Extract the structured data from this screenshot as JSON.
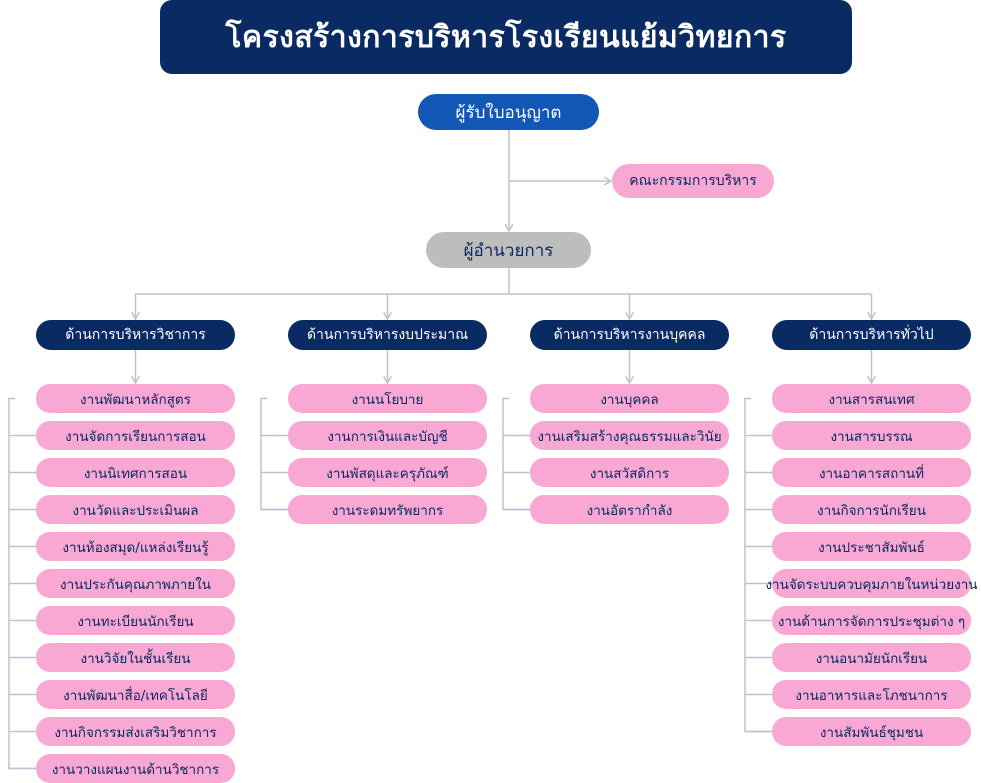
{
  "title": "โครงสร้างการบริหารโรงเรียนแย้มวิทยการ",
  "licensee": "ผู้รับใบอนุญาต",
  "committee": "คณะกรรมการบริหาร",
  "director": "ผู้อำนวยการ",
  "colors": {
    "title_bg": "#0a2a63",
    "licensee_bg": "#1257b6",
    "director_bg": "#bdbdbd",
    "department_bg": "#0a2a63",
    "item_bg": "#f9a8d4",
    "connector": "#b8c4d4"
  },
  "departments": [
    {
      "label": "ด้านการบริหารวิชาการ",
      "items": [
        "งานพัฒนาหลักสูตร",
        "งานจัดการเรียนการสอน",
        "งานนิเทศการสอน",
        "งานวัดและประเมินผล",
        "งานห้องสมุด/แหล่งเรียนรู้",
        "งานประกันคุณภาพภายใน",
        "งานทะเบียนนักเรียน",
        "งานวิจัยในชั้นเรียน",
        "งานพัฒนาสื่อ/เทคโนโลยี",
        "งานกิจกรรมส่งเสริมวิชาการ",
        "งานวางแผนงานด้านวิชาการ"
      ]
    },
    {
      "label": "ด้านการบริหารงบประมาณ",
      "items": [
        "งานนโยบาย",
        "งานการเงินและบัญชี",
        "งานพัสดุและครุภัณฑ์",
        "งานระดมทรัพยากร"
      ]
    },
    {
      "label": "ด้านการบริหารงานบุคคล",
      "items": [
        "งานบุคคล",
        "งานเสริมสร้างคุณธรรมและวินัย",
        "งานสวัสดิการ",
        "งานอัตรากำลัง"
      ]
    },
    {
      "label": "ด้านการบริหารทั่วไป",
      "items": [
        "งานสารสนเทศ",
        "งานสารบรรณ",
        "งานอาคารสถานที่",
        "งานกิจการนักเรียน",
        "งานประชาสัมพันธ์",
        "งานจัดระบบควบคุมภายในหน่วยงาน",
        "งานด้านการจัดการประชุมต่าง ๆ",
        "งานอนามัยนักเรียน",
        "งานอาหารและโภชนาการ",
        "งานสัมพันธ์ชุมชน"
      ]
    }
  ]
}
